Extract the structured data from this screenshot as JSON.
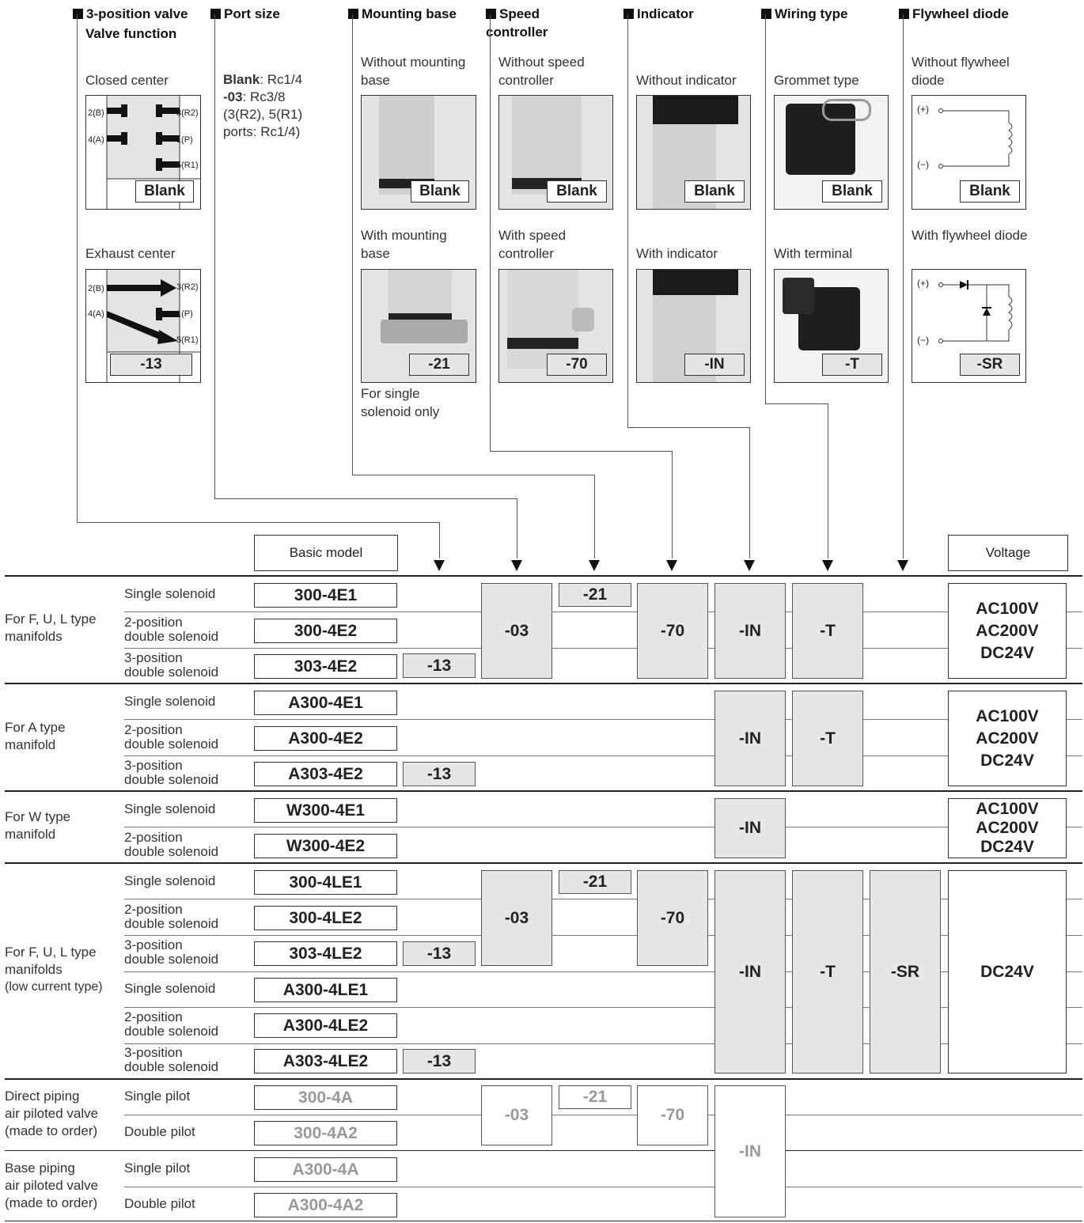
{
  "headers": {
    "h1": "3-position valve",
    "h1b": "Valve function",
    "h2": "Port size",
    "h3": "Mounting base",
    "h4": "Speed controller",
    "h5": "Indicator",
    "h6": "Wiring type",
    "h7": "Flywheel diode"
  },
  "valve_function": {
    "closed": "Closed center",
    "exhaust": "Exhaust center",
    "blank": "Blank",
    "code13": "-13",
    "ports": {
      "p2b": "2(B)",
      "p4a": "4(A)",
      "p3r2": "3(R2)",
      "p1p": "1(P)",
      "p5r1": "5(R1)"
    }
  },
  "port_size": {
    "l1b": "Blank",
    "l1": ": Rc1/4",
    "l2b": "-03",
    "l2": ": Rc3/8",
    "l3": "(3(R2), 5(R1)",
    "l4": "ports: Rc1/4)"
  },
  "mounting": {
    "c1": "Without mounting base",
    "c2": "With mounting base",
    "b1": "Blank",
    "b2": "-21",
    "note": "For single solenoid only"
  },
  "speed": {
    "c1": "Without speed controller",
    "c2": "With speed controller",
    "b1": "Blank",
    "b2": "-70"
  },
  "indicator": {
    "c1": "Without indicator",
    "c2": "With indicator",
    "b1": "Blank",
    "b2": "-IN"
  },
  "wiring": {
    "c1": "Grommet type",
    "c2": "With terminal",
    "b1": "Blank",
    "b2": "-T"
  },
  "diode": {
    "c1": "Without flywheel diode",
    "c2": "With flywheel diode",
    "b1": "Blank",
    "b2": "-SR",
    "plus": "(+)",
    "minus": "(−)"
  },
  "table": {
    "basic_model": "Basic model",
    "voltage": "Voltage",
    "groups": {
      "g1": "For F, U, L type manifolds",
      "g2": "For A type manifold",
      "g3": "For W type manifold",
      "g4a": "For F, U, L type",
      "g4b": "manifolds",
      "g4c": "(low current type)",
      "g5a": "Direct piping",
      "g5b": "air piloted valve",
      "g5c": "(made to order)",
      "g6a": "Base piping",
      "g6b": "air piloted valve",
      "g6c": "(made to order)"
    },
    "rows": [
      {
        "sub1": "Single solenoid",
        "sub2": "",
        "model": "300-4E1"
      },
      {
        "sub1": "2-position",
        "sub2": "double solenoid",
        "model": "300-4E2"
      },
      {
        "sub1": "3-position",
        "sub2": "double solenoid",
        "model": "303-4E2"
      },
      {
        "sub1": "Single solenoid",
        "sub2": "",
        "model": "A300-4E1"
      },
      {
        "sub1": "2-position",
        "sub2": "double solenoid",
        "model": "A300-4E2"
      },
      {
        "sub1": "3-position",
        "sub2": "double solenoid",
        "model": "A303-4E2"
      },
      {
        "sub1": "Single solenoid",
        "sub2": "",
        "model": "W300-4E1"
      },
      {
        "sub1": "2-position",
        "sub2": "double solenoid",
        "model": "W300-4E2"
      },
      {
        "sub1": "Single solenoid",
        "sub2": "",
        "model": "300-4LE1"
      },
      {
        "sub1": "2-position",
        "sub2": "double solenoid",
        "model": "300-4LE2"
      },
      {
        "sub1": "3-position",
        "sub2": "double solenoid",
        "model": "303-4LE2"
      },
      {
        "sub1": "Single solenoid",
        "sub2": "",
        "model": "A300-4LE1"
      },
      {
        "sub1": "2-position",
        "sub2": "double solenoid",
        "model": "A300-4LE2"
      },
      {
        "sub1": "3-position",
        "sub2": "double solenoid",
        "model": "A303-4LE2"
      },
      {
        "sub1": "Single pilot",
        "sub2": "",
        "model": "300-4A"
      },
      {
        "sub1": "Double pilot",
        "sub2": "",
        "model": "300-4A2"
      },
      {
        "sub1": "Single pilot",
        "sub2": "",
        "model": "A300-4A"
      },
      {
        "sub1": "Double pilot",
        "sub2": "",
        "model": "A300-4A2"
      }
    ],
    "codes": {
      "c13": "-13",
      "c03": "-03",
      "c21": "-21",
      "c70": "-70",
      "cin": "-IN",
      "ct": "-T",
      "csr": "-SR"
    },
    "volt_ac100": "AC100V",
    "volt_ac200": "AC200V",
    "volt_dc24": "DC24V"
  }
}
